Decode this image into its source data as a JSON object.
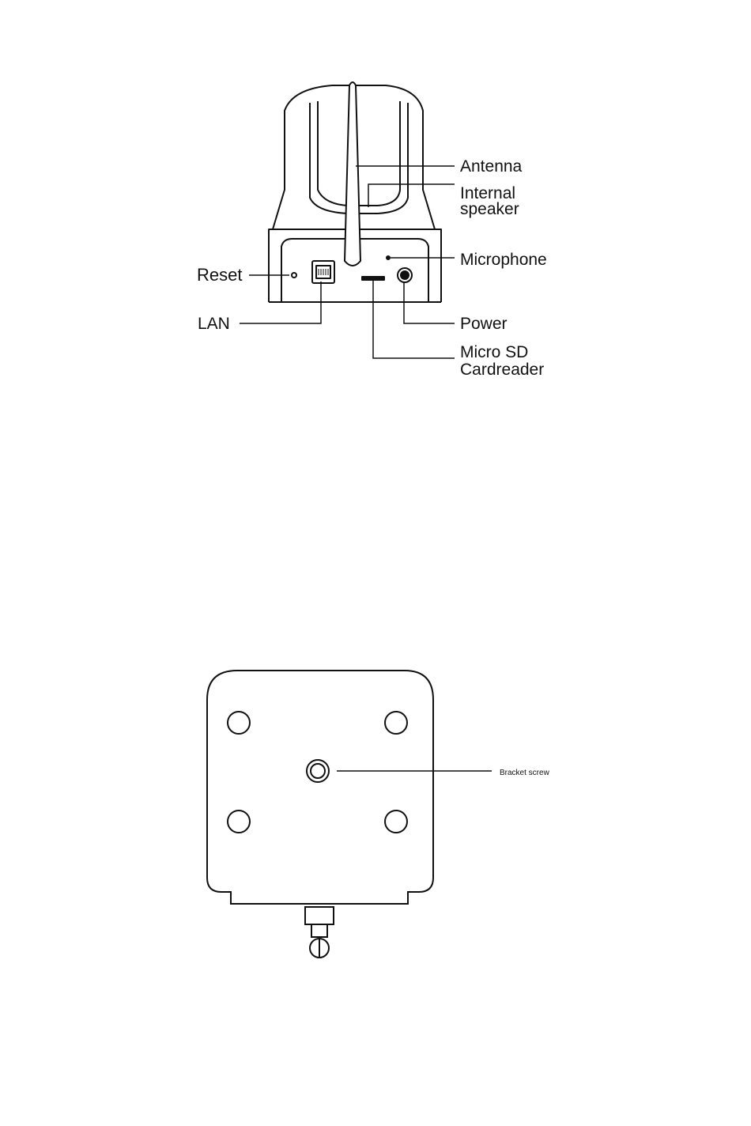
{
  "back_view": {
    "labels": {
      "antenna": "Antenna",
      "internal_speaker_line1": "Internal",
      "internal_speaker_line2": "speaker",
      "microphone": "Microphone",
      "reset": "Reset",
      "lan": "LAN",
      "power": "Power",
      "microsd_line1": "Micro SD",
      "microsd_line2": "Cardreader"
    }
  },
  "bottom_view": {
    "labels": {
      "bracket_screw": "Bracket screw"
    }
  }
}
